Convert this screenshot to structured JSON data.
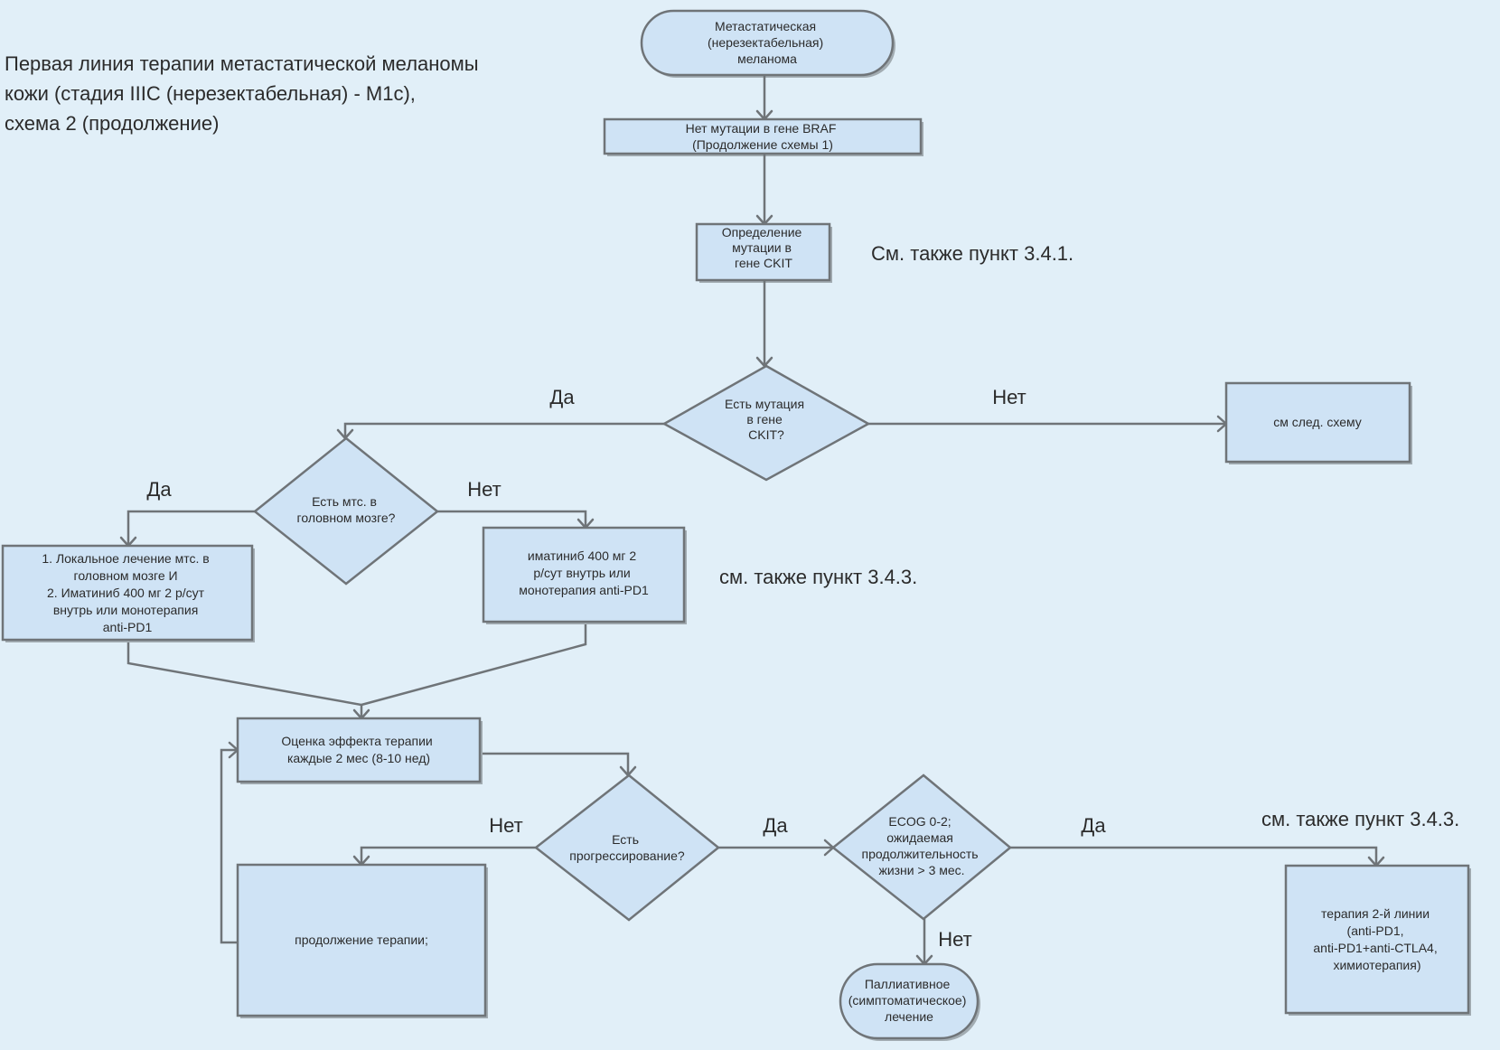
{
  "title": {
    "lines": [
      "Первая линия терапии метастатической меланомы",
      "кожи (стадия IIIC (нерезектабельная) - M1c),",
      "схема 2 (продолжение)"
    ]
  },
  "references": {
    "ckit_definition": "См. также  пункт 3.4.1.",
    "imatinib": "см. также пункт 3.4.3.",
    "second_line": "см. также пункт 3.4.3."
  },
  "nodes": {
    "start": {
      "lines": [
        "Метастатическая",
        "(нерезектабельная)",
        "меланома"
      ]
    },
    "no_braf": {
      "lines": [
        "Нет мутации в гене BRAF",
        "(Продолжение схемы 1)"
      ]
    },
    "ckit_test": {
      "lines": [
        "Определение",
        "мутации в",
        "гене CKIT"
      ]
    },
    "ckit_decision": {
      "lines": [
        "Есть мутация",
        "в гене",
        "CKIT?"
      ]
    },
    "next_scheme": {
      "lines": [
        "см след. схему"
      ]
    },
    "brain_decision": {
      "lines": [
        "Есть мтс. в",
        "головном мозге?"
      ]
    },
    "local_treatment": {
      "lines": [
        "1. Локальное лечение мтс. в",
        "головном мозге И",
        "2. Иматиниб 400 мг 2 р/сут",
        "внутрь или монотерапия",
        "anti-PD1"
      ]
    },
    "imatinib": {
      "lines": [
        "иматиниб 400 мг 2",
        "р/сут внутрь или",
        "монотерапия anti-PD1"
      ]
    },
    "assessment": {
      "lines": [
        "Оценка эффекта терапии",
        "каждые 2 мес (8-10 нед)"
      ]
    },
    "progression_decision": {
      "lines": [
        "Есть",
        "прогрессирование?"
      ]
    },
    "continue_therapy": {
      "lines": [
        "продолжение терапии;"
      ]
    },
    "ecog_decision": {
      "lines": [
        "ECOG 0-2;",
        "ожидаемая",
        "продолжительность",
        "жизни > 3 мес."
      ]
    },
    "second_line": {
      "lines": [
        "терапия 2-й линии",
        "(anti-PD1,",
        "anti-PD1+anti-CTLA4,",
        "химиотерапия)"
      ]
    },
    "palliative": {
      "lines": [
        "Паллиативное",
        "(симптоматическое)",
        "лечение"
      ]
    }
  },
  "edge_labels": {
    "ckit_yes": "Да",
    "ckit_no": "Нет",
    "brain_yes": "Да",
    "brain_no": "Нет",
    "progression_no": "Нет",
    "progression_yes": "Да",
    "ecog_yes": "Да",
    "ecog_no": "Нет"
  }
}
